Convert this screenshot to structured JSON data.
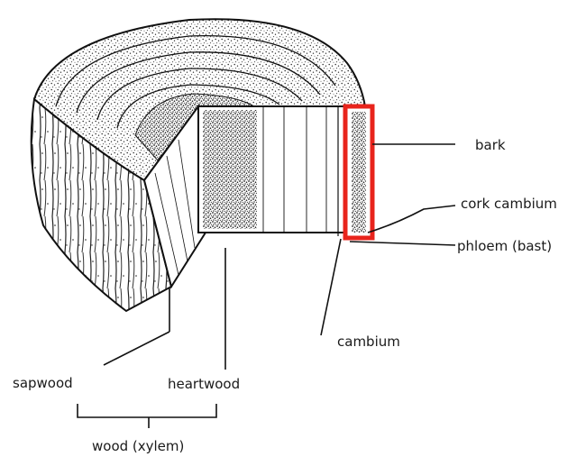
{
  "labels": {
    "bark": "bark",
    "cork_cambium": "cork cambium",
    "phloem": "phloem (bast)",
    "cambium": "cambium",
    "sapwood": "sapwood",
    "heartwood": "heartwood",
    "wood": "wood (xylem)"
  },
  "colors": {
    "highlight": "#e8241c",
    "ink": "#111111",
    "background": "#ffffff"
  }
}
